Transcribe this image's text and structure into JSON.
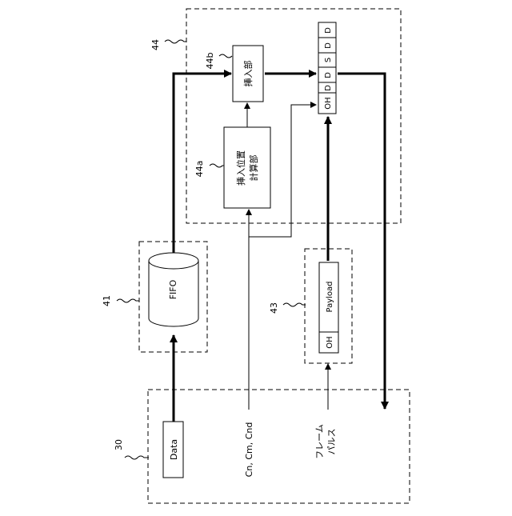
{
  "labels": {
    "ref_30": "30",
    "ref_41": "41",
    "ref_43": "43",
    "ref_44": "44",
    "ref_44a": "44a",
    "ref_44b": "44b",
    "data_block": "Data",
    "fifo": "FIFO",
    "payload": "Payload",
    "oh": "OH",
    "insert_unit": "挿入部",
    "calc_line1": "挿入位置",
    "calc_line2": "計算部",
    "cn_cm_cnd": "Cn, Cm, Cnd",
    "frame_pulse_line1": "フレーム",
    "frame_pulse_line2": "パルス",
    "frame_cells": [
      "OH",
      "D",
      "D",
      "S",
      "D",
      "D"
    ]
  }
}
